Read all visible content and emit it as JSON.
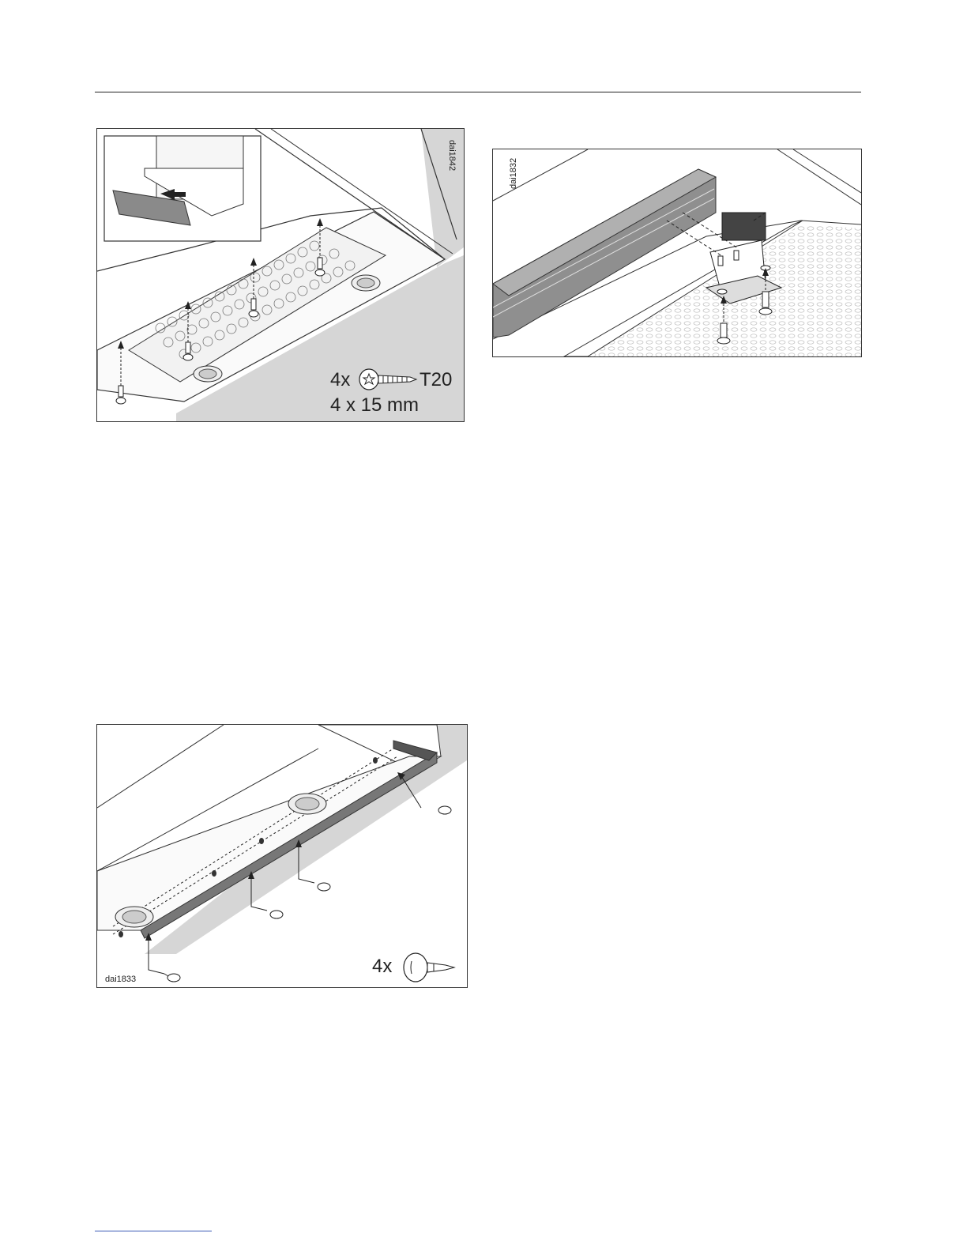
{
  "figures": {
    "fig1": {
      "code": "dai1842",
      "screw_qty": "4x",
      "screw_drive": "T20",
      "screw_size": "4 x 15 mm"
    },
    "fig2": {
      "code": "dai1832"
    },
    "fig3": {
      "code": "dai1833",
      "screw_qty": "4x"
    }
  }
}
